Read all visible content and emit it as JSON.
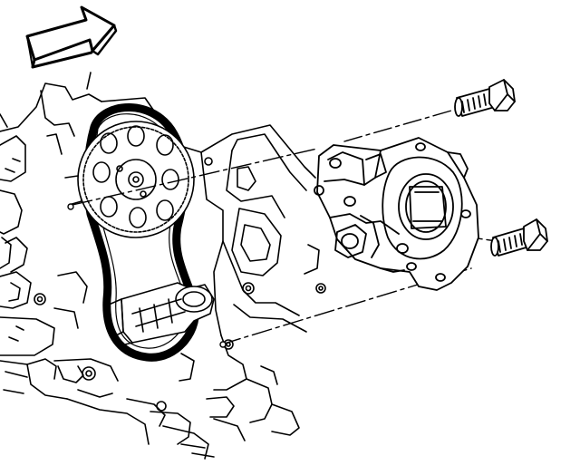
{
  "figure": {
    "background": "#ffffff",
    "line_color": "#000000",
    "parts": [
      {
        "name": "direction-arrow-icon"
      },
      {
        "name": "engine-block"
      },
      {
        "name": "timing-chain"
      },
      {
        "name": "camshaft-sprocket"
      },
      {
        "name": "crankshaft-sprocket"
      },
      {
        "name": "oil-pump-housing"
      },
      {
        "name": "upper-mounting-bolt"
      },
      {
        "name": "lower-mounting-bolt"
      },
      {
        "name": "alignment-leader-line"
      }
    ]
  }
}
